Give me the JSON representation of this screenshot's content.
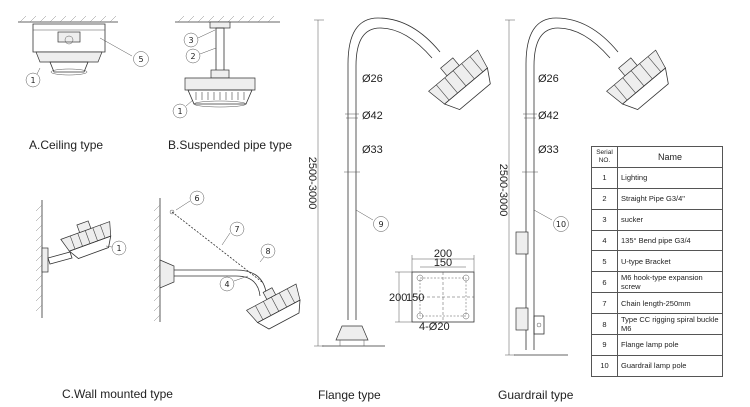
{
  "captions": {
    "ceiling": "A.Ceiling type",
    "suspended": "B.Suspended pipe type",
    "wall": "C.Wall mounted type",
    "flange": "Flange type",
    "guardrail": "Guardrail type"
  },
  "callouts": {
    "ceiling": [
      "5",
      "1"
    ],
    "suspended": [
      "3",
      "2",
      "1"
    ],
    "wall": [
      "1"
    ],
    "wall_chain": [
      "6",
      "7",
      "8",
      "4"
    ],
    "flange": [
      "9"
    ],
    "guardrail": [
      "10"
    ]
  },
  "dimensions": {
    "pole_height": "2500-3000",
    "diameters": [
      "Ø26",
      "Ø42",
      "Ø33"
    ],
    "flange_plate": {
      "outer": "200",
      "inner": "150",
      "side_outer": "200",
      "side_inner": "150",
      "holes": "4-Ø20"
    }
  },
  "legend": {
    "header": {
      "serial_line1": "Serial",
      "serial_line2": "NO.",
      "name": "Name"
    },
    "rows": [
      {
        "no": "1",
        "name": "Lighting"
      },
      {
        "no": "2",
        "name": "Straight Pipe G3/4\""
      },
      {
        "no": "3",
        "name": "sucker"
      },
      {
        "no": "4",
        "name": "135° Bend pipe G3/4"
      },
      {
        "no": "5",
        "name": "U-type Bracket"
      },
      {
        "no": "6",
        "name": "M6 hook-type expansion screw"
      },
      {
        "no": "7",
        "name": "Chain length-250mm"
      },
      {
        "no": "8",
        "name": "Type CC rigging spiral buckle M6"
      },
      {
        "no": "9",
        "name": "Flange lamp pole"
      },
      {
        "no": "10",
        "name": "Guardrail lamp pole"
      }
    ]
  }
}
